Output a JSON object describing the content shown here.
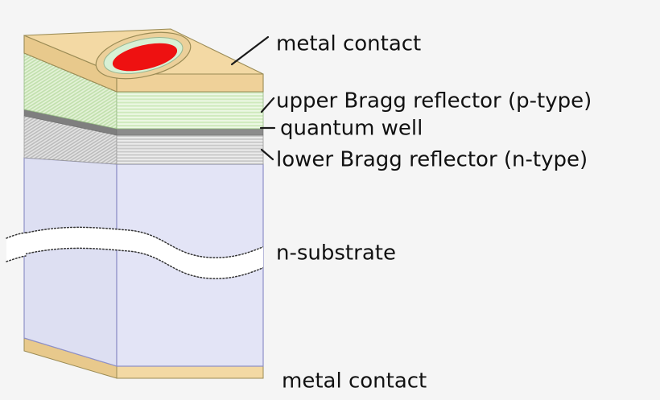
{
  "figure": {
    "title": "VCSEL cross-section diagram",
    "background_color": "#f5f5f5"
  },
  "labels": {
    "top_metal_contact": "metal contact",
    "upper_bragg": "upper Bragg reflector (p-type)",
    "quantum_well": "quantum well",
    "lower_bragg": "lower Bragg reflector (n-type)",
    "substrate": "n-substrate",
    "bottom_metal_contact": "metal contact"
  },
  "colors": {
    "background": "#f5f5f5",
    "metal_contact_top": "#f3d9a4",
    "metal_contact_side": "#e8c98c",
    "metal_contact_front": "#efd199",
    "bragg_upper_light": "#d4edc4",
    "bragg_upper_pale": "#eef8e6",
    "bragg_upper_side": "#c6e4b4",
    "quantum_well": "#8c8c8c",
    "bragg_lower_light": "#cfcfcf",
    "bragg_lower_pale": "#ebebeb",
    "substrate_fill": "#e3e4f6",
    "substrate_stroke": "#8e90c8",
    "aperture_ring": "#e9c88e",
    "aperture_inner": "#d8f0d4",
    "emission_spot": "#ee1111",
    "outline": "#9a8b55",
    "break_fill": "#ffffff",
    "break_stroke": "#333333",
    "label_text": "#111111",
    "leader_line": "#1a1a1a"
  },
  "structure": {
    "layer_stack": [
      {
        "name": "metal contact",
        "type": "contact",
        "position": "top"
      },
      {
        "name": "upper Bragg reflector (p-type)",
        "type": "dbr",
        "pair_count": 11
      },
      {
        "name": "quantum well",
        "type": "active-region"
      },
      {
        "name": "lower Bragg reflector (n-type)",
        "type": "dbr",
        "pair_count": 12
      },
      {
        "name": "n-substrate",
        "type": "substrate",
        "break_symbol": true
      },
      {
        "name": "metal contact",
        "type": "contact",
        "position": "bottom"
      }
    ],
    "aperture": {
      "shape": "ellipse",
      "emission_color": "#ee1111",
      "description": "light emission aperture on top surface"
    }
  }
}
